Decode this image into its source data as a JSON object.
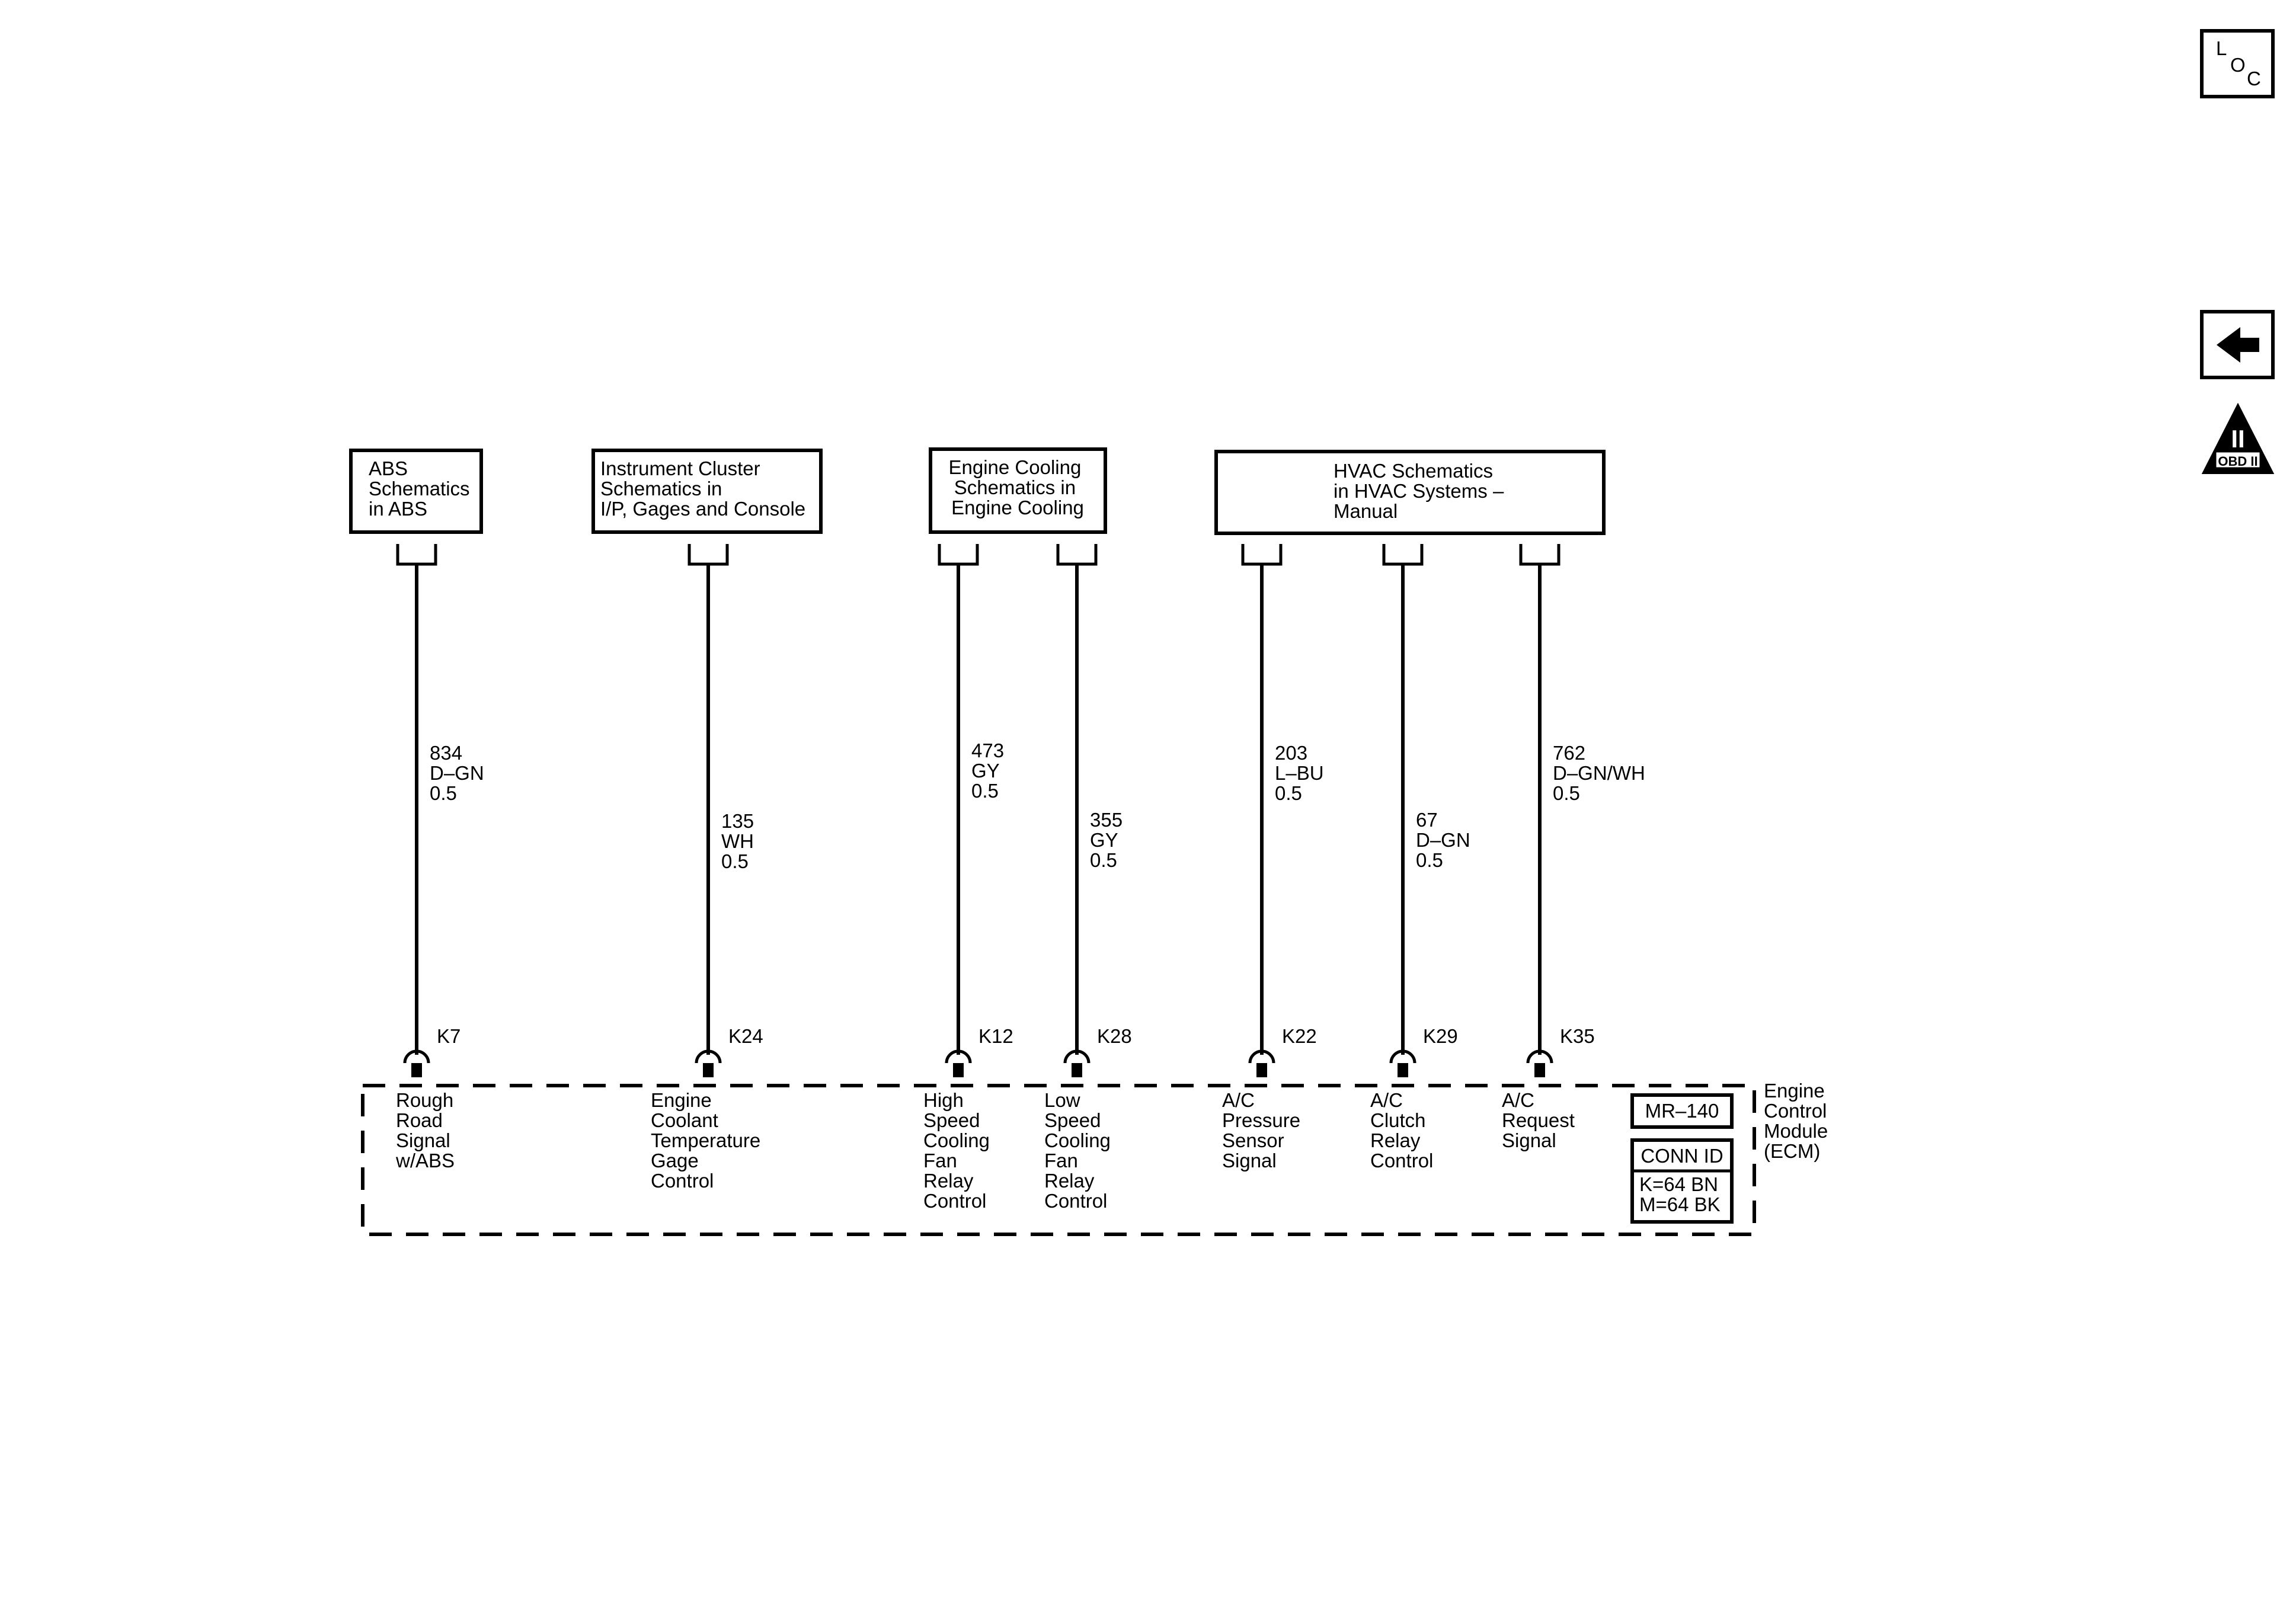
{
  "nav": {
    "loc_letters": [
      "L",
      "O",
      "C"
    ],
    "obd_label": "OBD II",
    "obd_roman": "II"
  },
  "modules": [
    {
      "id": "abs",
      "lines": [
        "ABS",
        "Schematics",
        "in ABS"
      ]
    },
    {
      "id": "ic",
      "lines": [
        "Instrument Cluster",
        "Schematics in",
        "I/P, Gages and Console"
      ]
    },
    {
      "id": "ec",
      "lines": [
        "Engine Cooling",
        "Schematics in",
        "Engine Cooling"
      ]
    },
    {
      "id": "hvac",
      "lines": [
        "HVAC Schematics",
        "in HVAC Systems –",
        "Manual"
      ]
    }
  ],
  "circuits": [
    {
      "circuit": "834",
      "color": "D–GN",
      "gauge": "0.5",
      "pin": "K7",
      "function": [
        "Rough",
        "Road",
        "Signal",
        "w/ABS"
      ]
    },
    {
      "circuit": "135",
      "color": "WH",
      "gauge": "0.5",
      "pin": "K24",
      "function": [
        "Engine",
        "Coolant",
        "Temperature",
        "Gage",
        "Control"
      ]
    },
    {
      "circuit": "473",
      "color": "GY",
      "gauge": "0.5",
      "pin": "K12",
      "function": [
        "High",
        "Speed",
        "Cooling",
        "Fan",
        "Relay",
        "Control"
      ]
    },
    {
      "circuit": "355",
      "color": "GY",
      "gauge": "0.5",
      "pin": "K28",
      "function": [
        "Low",
        "Speed",
        "Cooling",
        "Fan",
        "Relay",
        "Control"
      ]
    },
    {
      "circuit": "203",
      "color": "L–BU",
      "gauge": "0.5",
      "pin": "K22",
      "function": [
        "A/C",
        "Pressure",
        "Sensor",
        "Signal"
      ]
    },
    {
      "circuit": "67",
      "color": "D–GN",
      "gauge": "0.5",
      "pin": "K29",
      "function": [
        "A/C",
        "Clutch",
        "Relay",
        "Control"
      ]
    },
    {
      "circuit": "762",
      "color": "D–GN/WH",
      "gauge": "0.5",
      "pin": "K35",
      "function": [
        "A/C",
        "Request",
        "Signal"
      ]
    }
  ],
  "ecm": {
    "name_lines": [
      "Engine",
      "Control",
      "Module",
      "(ECM)"
    ],
    "mr_code": "MR–140",
    "conn_id_label": "CONN ID",
    "conn_lines": [
      "K=64 BN",
      "M=64 BK"
    ]
  }
}
